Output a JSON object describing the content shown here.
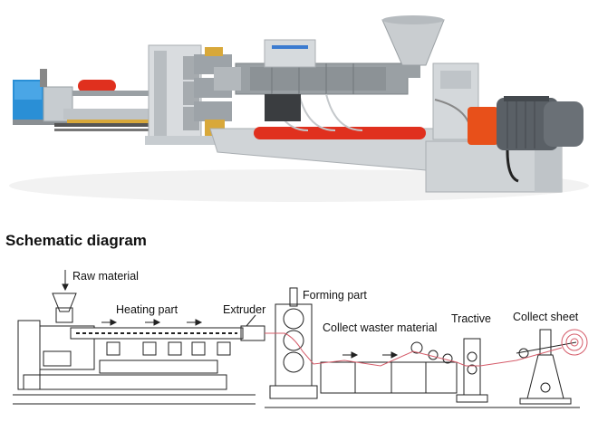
{
  "heading": "Schematic diagram",
  "labels": {
    "raw_material": "Raw material",
    "heating_part": "Heating part",
    "extruder": "Extruder",
    "forming_part": "Forming part",
    "collect_waste": "Collect waster material",
    "tractive": "Tractive",
    "collect_sheet": "Collect sheet"
  },
  "colors": {
    "machine_gray": "#cfd3d6",
    "heater_red": "#e0301e",
    "motor_orange": "#e8501a",
    "control_blue": "#2a8fd6",
    "sheet_line": "#d55c6a"
  }
}
